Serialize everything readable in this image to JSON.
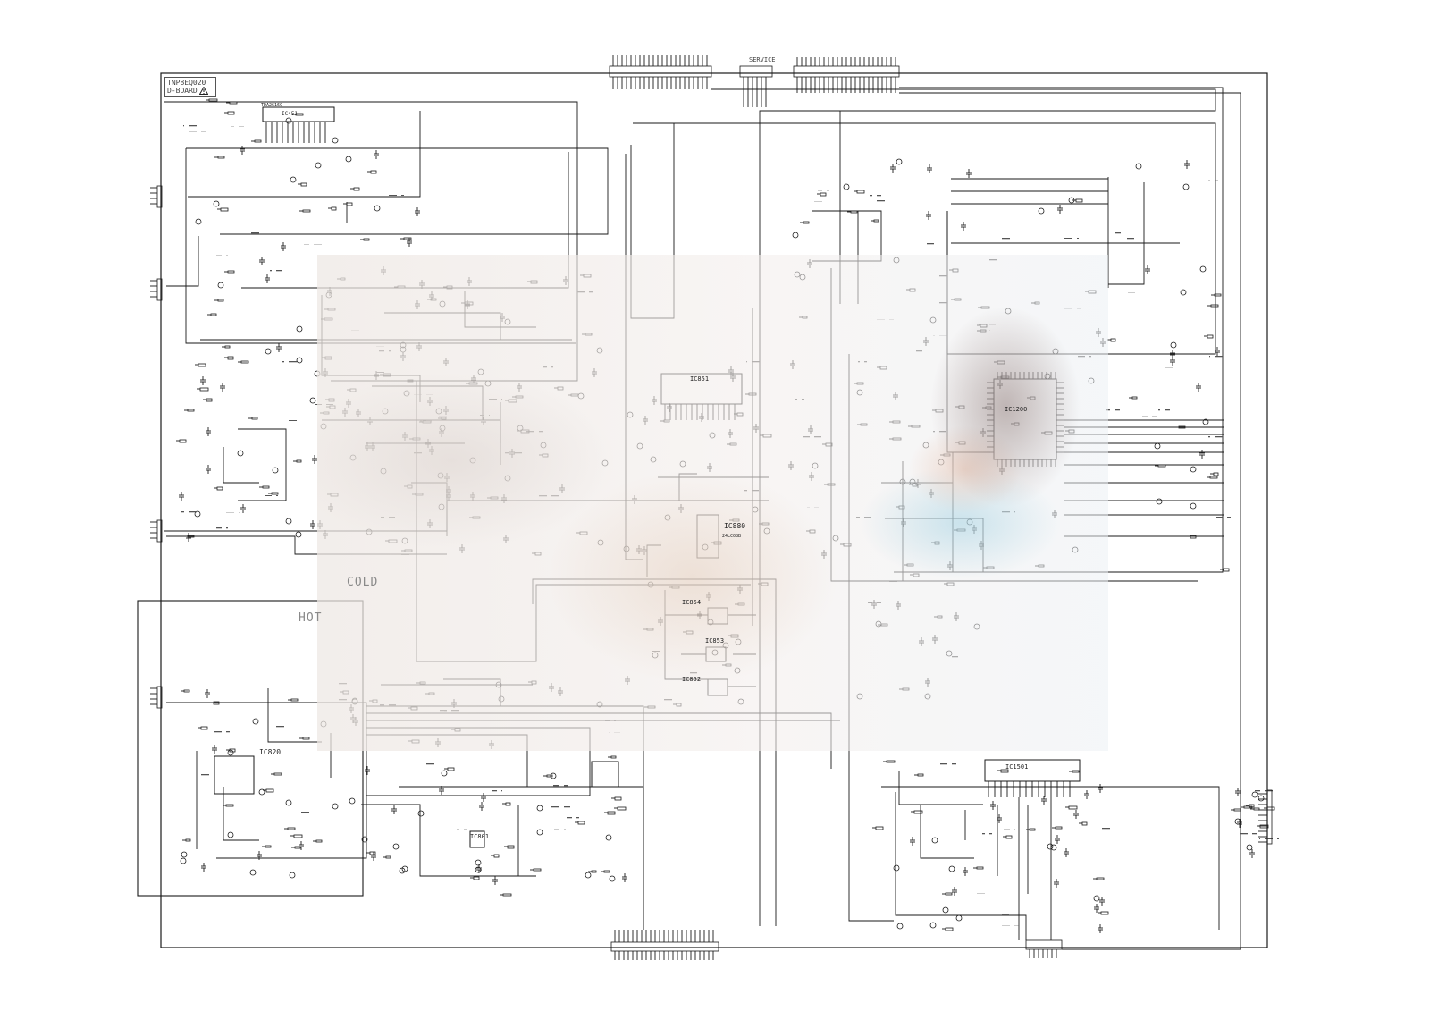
{
  "board": {
    "part_number": "TNP8EQ020",
    "name": "D-BOARD",
    "warning_icon": "warning-triangle-icon"
  },
  "zones": {
    "cold": "COLD",
    "hot": "HOT"
  },
  "connectors": {
    "service": "SERVICE"
  },
  "ics": [
    {
      "ref": "IC451",
      "part": "TDA2616Q"
    },
    {
      "ref": "IC801",
      "part": ""
    },
    {
      "ref": "IC820",
      "part": ""
    },
    {
      "ref": "IC851",
      "part": ""
    },
    {
      "ref": "IC852",
      "part": ""
    },
    {
      "ref": "IC853",
      "part": ""
    },
    {
      "ref": "IC854",
      "part": ""
    },
    {
      "ref": "IC880",
      "part": "24LC08B"
    },
    {
      "ref": "IC1200",
      "part": ""
    },
    {
      "ref": "IC1501",
      "part": ""
    }
  ],
  "colors": {
    "line": "#1a1a1a",
    "hot_zone_border": "#1a1a1a",
    "label_gray": "#8a8a8a"
  }
}
